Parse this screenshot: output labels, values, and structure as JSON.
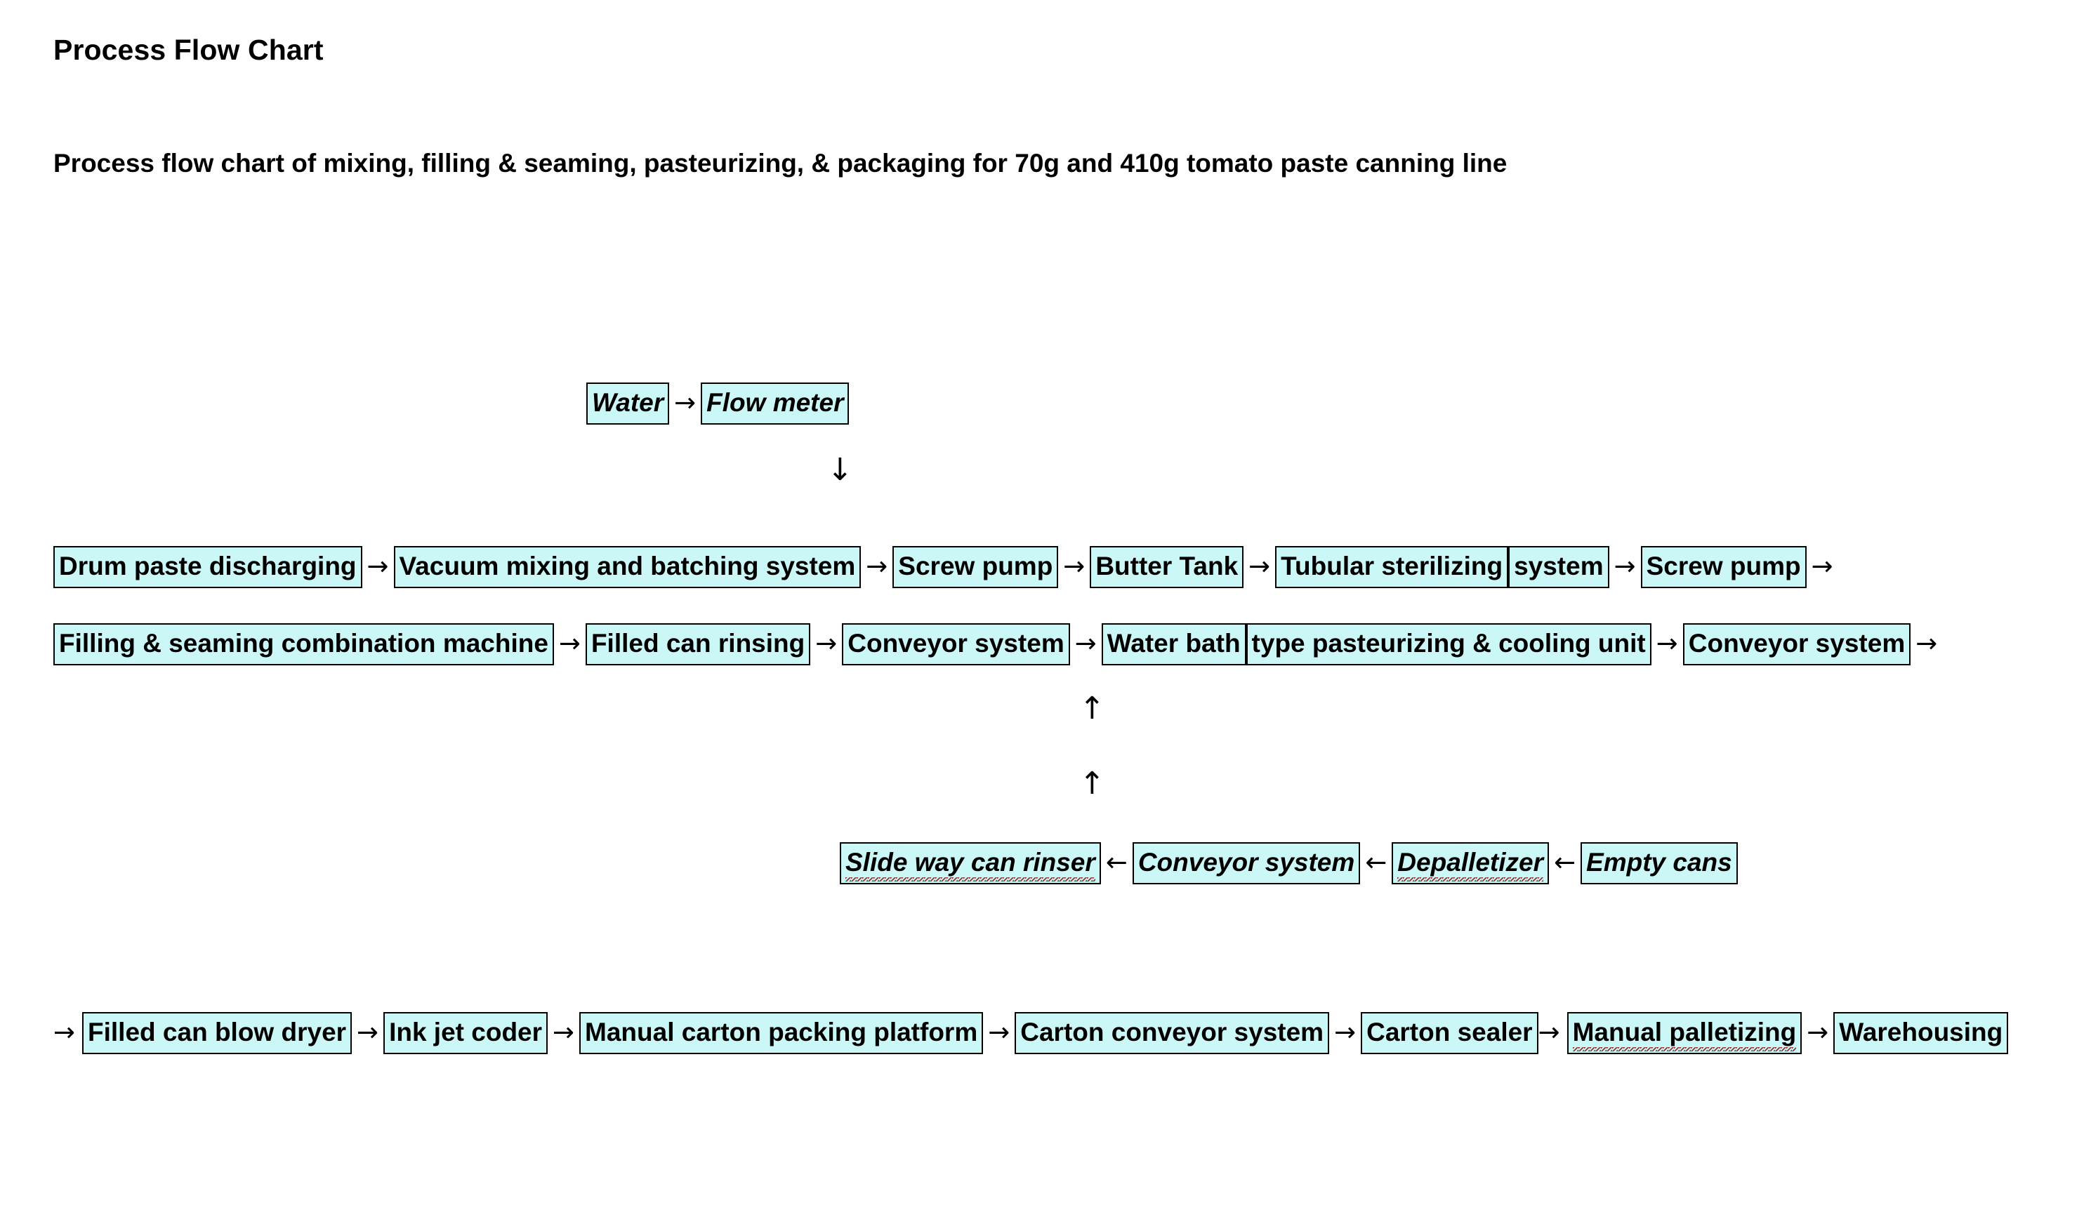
{
  "document": {
    "title": "Process Flow Chart",
    "subtitle": "Process flow chart of mixing, filling & seaming, pasteurizing, & packaging for 70g and 410g tomato paste canning line"
  },
  "theme": {
    "box_fill": "#ccf7f7",
    "box_border": "#000000",
    "text_color": "#000000",
    "page_background": "#ffffff",
    "spellcheck_underline": "#a03030"
  },
  "glyphs": {
    "arrow_right": "→",
    "arrow_left": "←",
    "arrow_down": "↓",
    "arrow_up": "↑"
  },
  "chart_data": {
    "type": "diagram",
    "diagram_kind": "process-flow-chart",
    "title": "Process Flow Chart",
    "branches": [
      {
        "id": "water-inlet",
        "direction": "left-to-right",
        "style": "bold-italic",
        "nodes": [
          "Water",
          "Flow meter"
        ],
        "connector": "→",
        "exits_to": "main-chain",
        "exit_connector": "↓"
      },
      {
        "id": "main-chain",
        "direction": "left-to-right",
        "style": "bold",
        "connector": "→",
        "nodes": [
          "Drum paste discharging",
          "Vacuum mixing and batching system",
          "Screw pump",
          "Butter Tank",
          "Tubular sterilizing system",
          "Screw pump",
          "Filling & seaming combination machine",
          "Filled can rinsing",
          "Conveyor system",
          "Water bath type pasteurizing & cooling unit",
          "Conveyor system"
        ]
      },
      {
        "id": "empty-can-feed",
        "direction": "right-to-left",
        "style": "bold-italic",
        "connector": "←",
        "nodes": [
          "Slide way can rinser",
          "Conveyor system",
          "Depalletizer",
          "Empty cans"
        ],
        "merges_into": "main-chain",
        "merge_connector": "↑"
      },
      {
        "id": "packaging-chain",
        "direction": "left-to-right",
        "style": "bold",
        "connector": "→",
        "nodes": [
          "Filled can blow dryer",
          "Ink jet coder",
          "Manual carton packing platform",
          "Carton conveyor system",
          "Carton sealer",
          "Manual palletizing",
          "Warehousing"
        ]
      }
    ],
    "spellcheck_flagged": [
      "Slide way can rinser",
      "Depalletizer",
      "Manual palletizing"
    ]
  },
  "water_row": {
    "node_0": "Water",
    "node_1": "Flow meter"
  },
  "main_row": {
    "node_0": "Drum paste discharging",
    "node_1": "Vacuum mixing and batching system",
    "node_2": "Screw pump",
    "node_3": "Butter Tank",
    "node_4a": "Tubular sterilizing",
    "node_4b": "system",
    "node_5": "Screw pump",
    "node_6": "Filling & seaming combination machine",
    "node_7": "Filled can rinsing",
    "node_8": "Conveyor system",
    "node_9a": "Water bath",
    "node_9b": "type pasteurizing & cooling unit",
    "node_10": "Conveyor system"
  },
  "cans_row": {
    "node_0": "Slide way can rinser",
    "node_1": "Conveyor system",
    "node_2": "Depalletizer",
    "node_3": "Empty cans"
  },
  "pack_row": {
    "node_0": "Filled can blow dryer",
    "node_1": "Ink jet coder",
    "node_2": "Manual carton packing platform",
    "node_3": "Carton conveyor system",
    "node_4": "Carton sealer",
    "node_5": "Manual palletizing",
    "node_6": "Warehousing"
  }
}
